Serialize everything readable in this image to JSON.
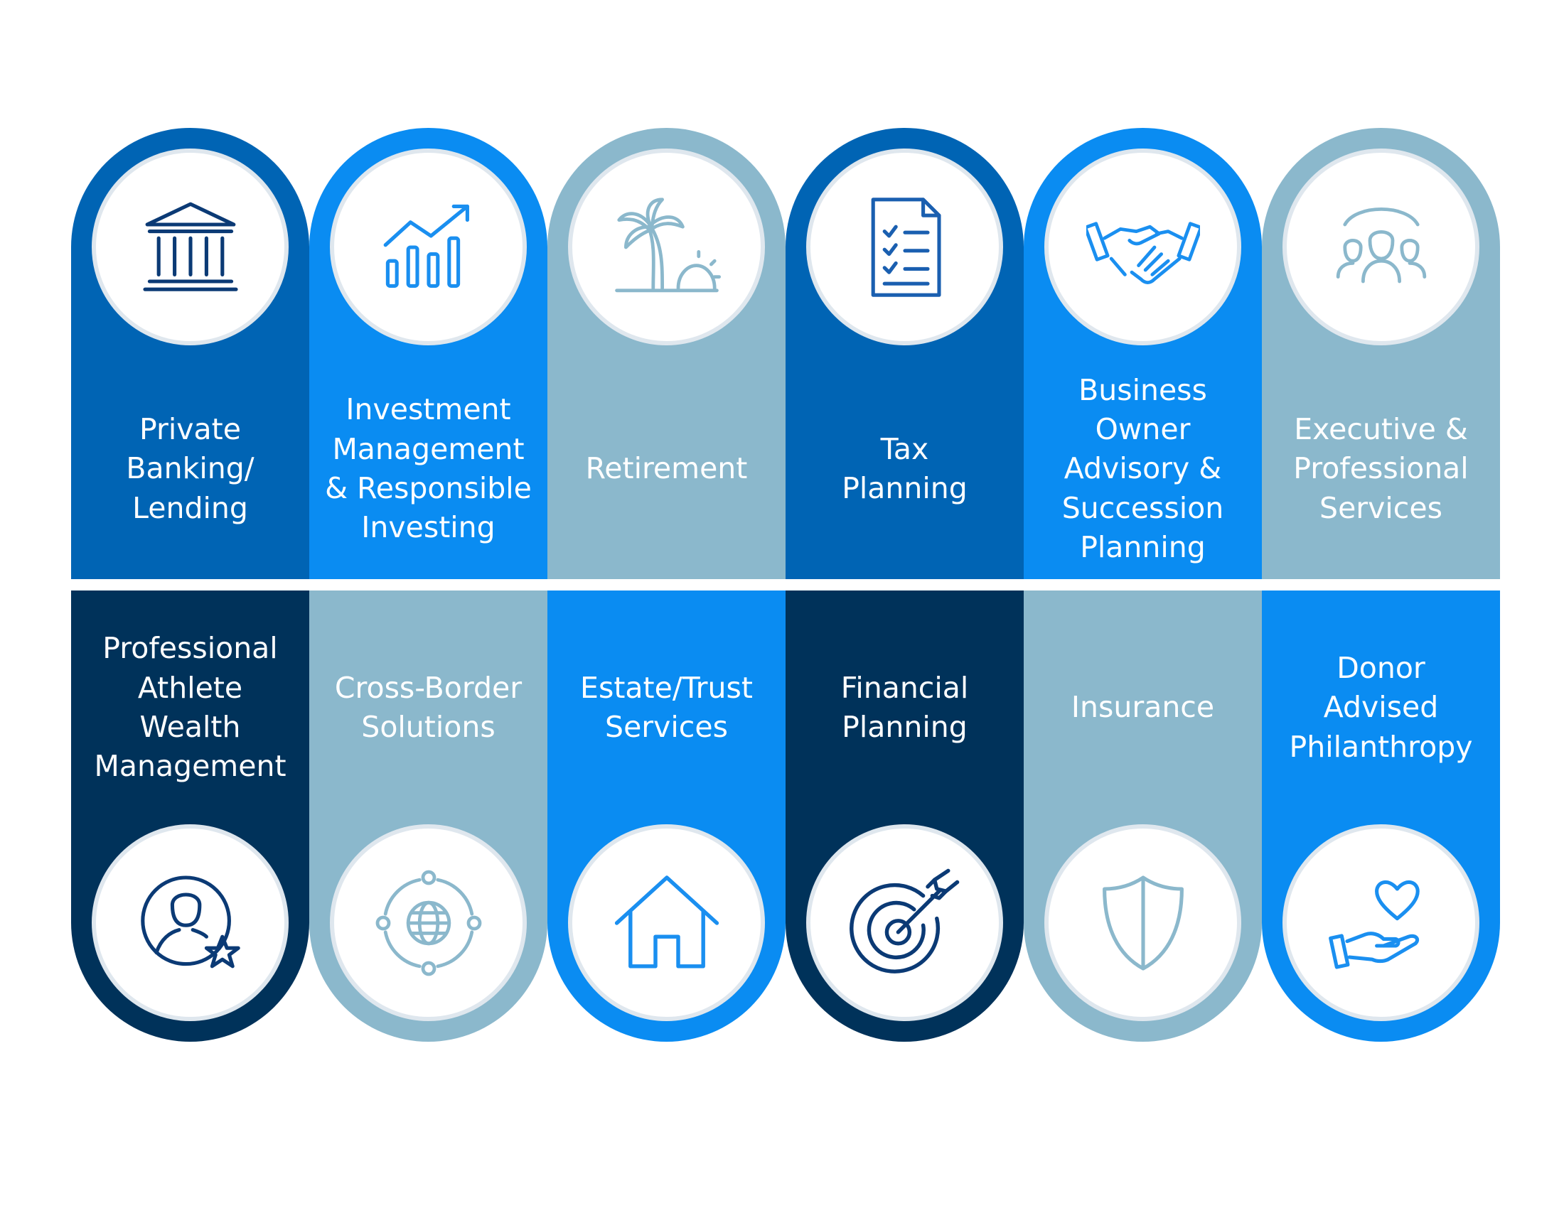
{
  "colors": {
    "mid_blue": "#0064b4",
    "bright_blue": "#0a8cf2",
    "light_blue": "#8bb8cc",
    "navy": "#00325a",
    "icon_navy": "#0b3a75",
    "icon_blue": "#1a8ff0",
    "icon_light": "#8bb8cc",
    "icon_mid": "#1a5fb0"
  },
  "top_row": [
    {
      "label_lines": [
        "Private",
        "Banking/",
        "Lending"
      ],
      "icon": "bank-icon"
    },
    {
      "label_lines": [
        "Investment",
        "Management",
        "& Responsible",
        "Investing"
      ],
      "icon": "growth-chart-icon"
    },
    {
      "label_lines": [
        "Retirement"
      ],
      "icon": "palm-tree-icon"
    },
    {
      "label_lines": [
        "Tax",
        "Planning"
      ],
      "icon": "checklist-document-icon"
    },
    {
      "label_lines": [
        "Business Owner",
        "Advisory &",
        "Succession",
        "Planning"
      ],
      "icon": "handshake-icon"
    },
    {
      "label_lines": [
        "Executive &",
        "Professional",
        "Services"
      ],
      "icon": "people-group-icon"
    }
  ],
  "bottom_row": [
    {
      "label_lines": [
        "Professional",
        "Athlete",
        "Wealth",
        "Management"
      ],
      "icon": "person-star-icon"
    },
    {
      "label_lines": [
        "Cross-Border",
        "Solutions"
      ],
      "icon": "globe-network-icon"
    },
    {
      "label_lines": [
        "Estate/Trust",
        "Services"
      ],
      "icon": "house-icon"
    },
    {
      "label_lines": [
        "Financial",
        "Planning"
      ],
      "icon": "target-arrow-icon"
    },
    {
      "label_lines": [
        "Insurance"
      ],
      "icon": "shield-icon"
    },
    {
      "label_lines": [
        "Donor",
        "Advised",
        "Philanthropy"
      ],
      "icon": "hand-heart-icon"
    }
  ]
}
